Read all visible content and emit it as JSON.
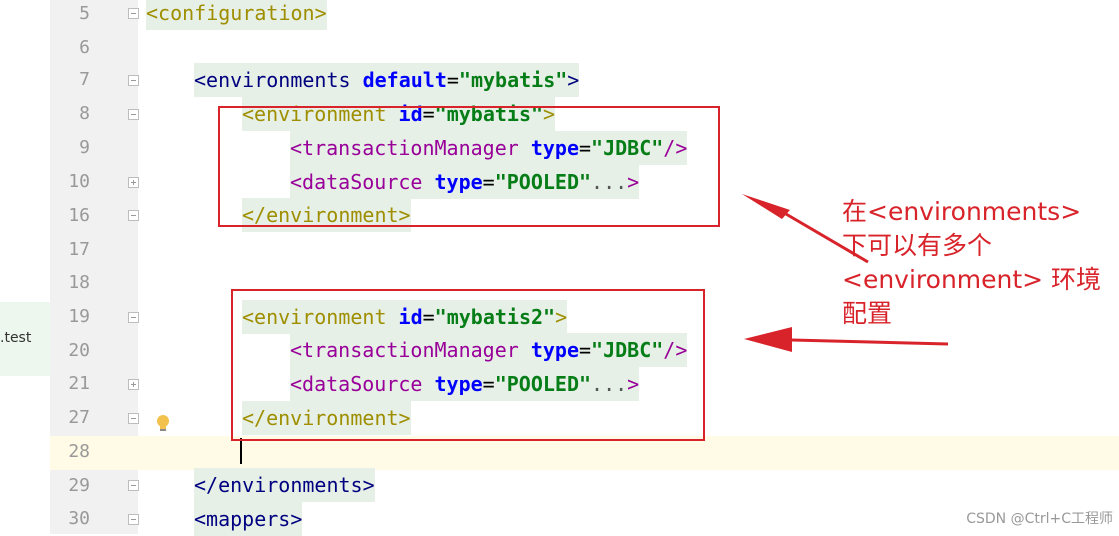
{
  "left_panel": {
    "tab_label": ".test"
  },
  "lines": [
    {
      "num": "5"
    },
    {
      "num": "6"
    },
    {
      "num": "7"
    },
    {
      "num": "8"
    },
    {
      "num": "9"
    },
    {
      "num": "10"
    },
    {
      "num": "16"
    },
    {
      "num": "17"
    },
    {
      "num": "18"
    },
    {
      "num": "19"
    },
    {
      "num": "20"
    },
    {
      "num": "21"
    },
    {
      "num": "27"
    },
    {
      "num": "28"
    },
    {
      "num": "29"
    },
    {
      "num": "30"
    }
  ],
  "code": {
    "l5": "<configuration>",
    "l7_tag": "<environments",
    "l7_attr": " default",
    "l7_eq": "=",
    "l7_val": "\"mybatis\"",
    "l7_end": ">",
    "l8_tag": "<environment",
    "l8_attr": " id",
    "l8_eq": "=",
    "l8_val": "\"mybatis\"",
    "l8_end": ">",
    "l9_tag": "<transactionManager",
    "l9_attr": " type",
    "l9_eq": "=",
    "l9_val": "\"JDBC\"",
    "l9_end": "/>",
    "l10_tag": "<dataSource",
    "l10_attr": " type",
    "l10_eq": "=",
    "l10_val": "\"POOLED\"",
    "l10_dots": "...",
    "l10_end": ">",
    "l16": "</environment>",
    "l19_tag": "<environment",
    "l19_attr": " id",
    "l19_eq": "=",
    "l19_val": "\"mybatis2\"",
    "l19_end": ">",
    "l20_tag": "<transactionManager",
    "l20_attr": " type",
    "l20_eq": "=",
    "l20_val": "\"JDBC\"",
    "l20_end": "/>",
    "l21_tag": "<dataSource",
    "l21_attr": " type",
    "l21_eq": "=",
    "l21_val": "\"POOLED\"",
    "l21_dots": "...",
    "l21_end": ">",
    "l27": "</environment>",
    "l29": "</environments>",
    "l30": "<mappers>"
  },
  "annotation": {
    "text": "在<environments>\n下可以有多个\n<environment> 环境\n配置",
    "color": "#d8232a"
  },
  "watermark": "CSDN @Ctrl+C工程师"
}
